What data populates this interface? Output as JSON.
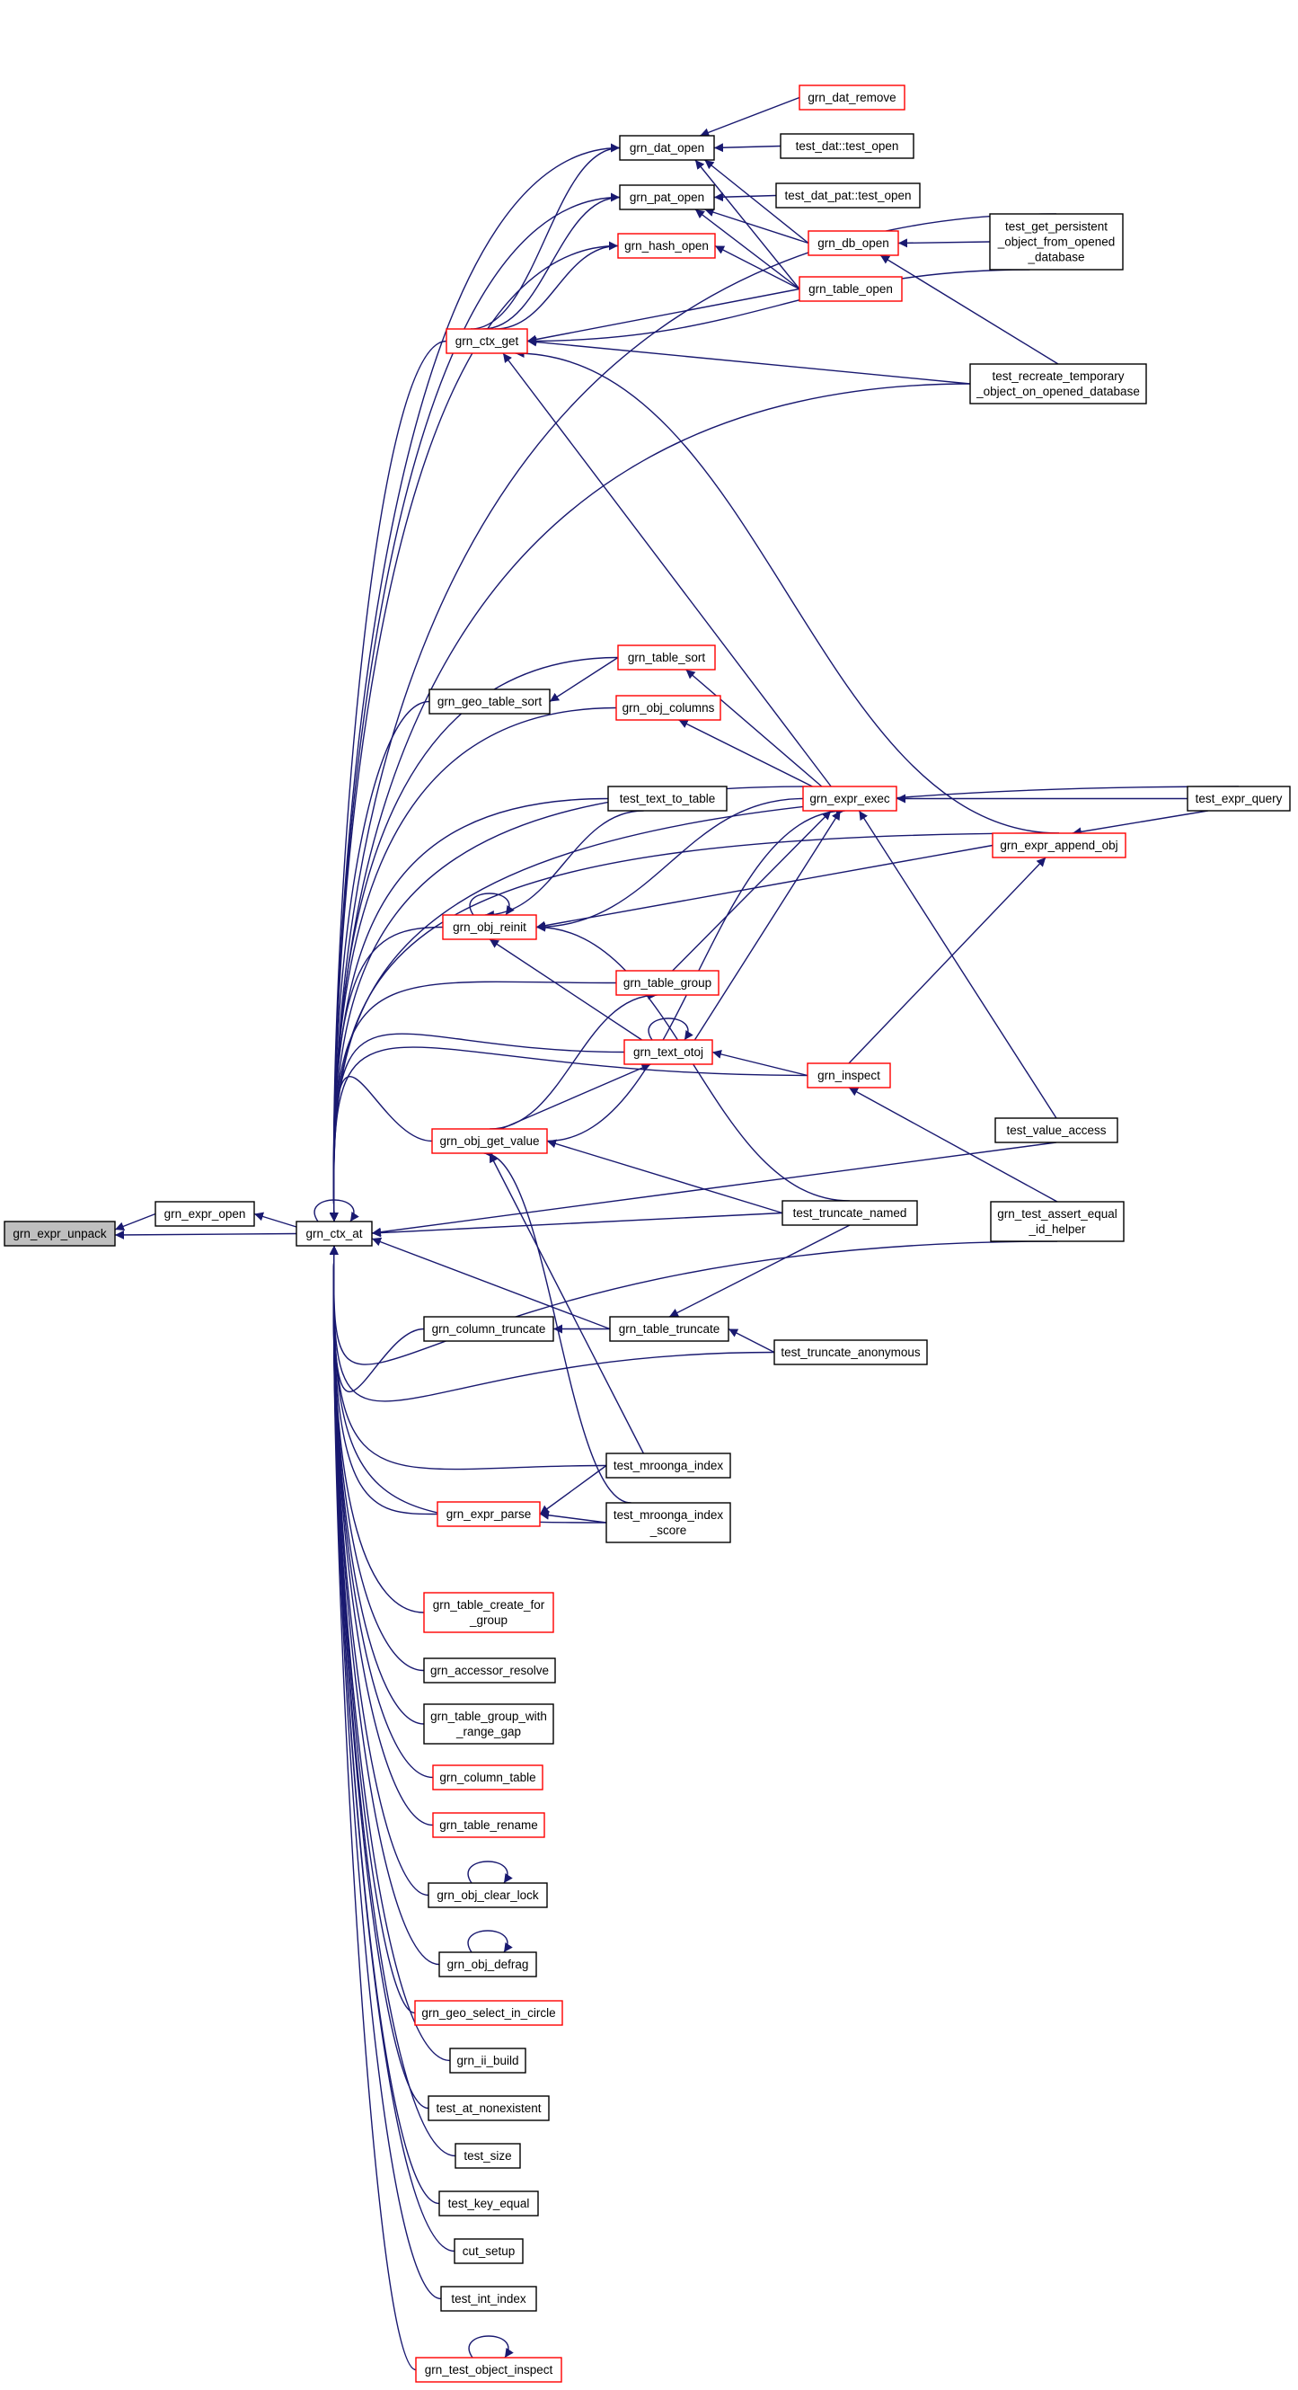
{
  "graph": {
    "title": "",
    "colors": {
      "edge": "#191970",
      "node_border": "#000000",
      "truncated_node_border": "#ff0000",
      "root_node_fill": "#bfbfbf",
      "node_fill": "#ffffff"
    },
    "nodes": {
      "grn_expr_unpack": [
        "grn_expr_unpack"
      ],
      "grn_expr_open": [
        "grn_expr_open"
      ],
      "grn_ctx_at": [
        "grn_ctx_at"
      ],
      "grn_dat_open": [
        "grn_dat_open"
      ],
      "grn_dat_remove": [
        "grn_dat_remove"
      ],
      "test_dat_test_open": [
        "test_dat::test_open"
      ],
      "grn_pat_open": [
        "grn_pat_open"
      ],
      "test_dat_pat_test_open": [
        "test_dat_pat::test_open"
      ],
      "grn_db_open": [
        "grn_db_open"
      ],
      "grn_hash_open": [
        "grn_hash_open"
      ],
      "grn_table_open": [
        "grn_table_open"
      ],
      "grn_ctx_get": [
        "grn_ctx_get"
      ],
      "test_get_persistent": [
        "test_get_persistent",
        "_object_from_opened",
        "_database"
      ],
      "test_recreate_temporary": [
        "test_recreate_temporary",
        "_object_on_opened_database"
      ],
      "grn_table_sort": [
        "grn_table_sort"
      ],
      "grn_geo_table_sort": [
        "grn_geo_table_sort"
      ],
      "grn_obj_columns": [
        "grn_obj_columns"
      ],
      "test_text_to_table": [
        "test_text_to_table"
      ],
      "grn_expr_exec": [
        "grn_expr_exec"
      ],
      "test_expr_query": [
        "test_expr_query"
      ],
      "grn_expr_append_obj": [
        "grn_expr_append_obj"
      ],
      "grn_obj_reinit": [
        "grn_obj_reinit"
      ],
      "grn_table_group": [
        "grn_table_group"
      ],
      "grn_text_otoj": [
        "grn_text_otoj"
      ],
      "grn_inspect": [
        "grn_inspect"
      ],
      "grn_obj_get_value": [
        "grn_obj_get_value"
      ],
      "test_value_access": [
        "test_value_access"
      ],
      "test_truncate_named": [
        "test_truncate_named"
      ],
      "grn_test_assert_equal_id_helper": [
        "grn_test_assert_equal",
        "_id_helper"
      ],
      "grn_column_truncate": [
        "grn_column_truncate"
      ],
      "grn_table_truncate": [
        "grn_table_truncate"
      ],
      "test_truncate_anonymous": [
        "test_truncate_anonymous"
      ],
      "test_mroonga_index": [
        "test_mroonga_index"
      ],
      "grn_expr_parse": [
        "grn_expr_parse"
      ],
      "test_mroonga_index_score": [
        "test_mroonga_index",
        "_score"
      ],
      "grn_table_create_for_group": [
        "grn_table_create_for",
        "_group"
      ],
      "grn_accessor_resolve": [
        "grn_accessor_resolve"
      ],
      "grn_table_group_with_range_gap": [
        "grn_table_group_with",
        "_range_gap"
      ],
      "grn_column_table": [
        "grn_column_table"
      ],
      "grn_table_rename": [
        "grn_table_rename"
      ],
      "grn_obj_clear_lock": [
        "grn_obj_clear_lock"
      ],
      "grn_obj_defrag": [
        "grn_obj_defrag"
      ],
      "grn_geo_select_in_circle": [
        "grn_geo_select_in_circle"
      ],
      "grn_ii_build": [
        "grn_ii_build"
      ],
      "test_at_nonexistent": [
        "test_at_nonexistent"
      ],
      "test_size": [
        "test_size"
      ],
      "test_key_equal": [
        "test_key_equal"
      ],
      "cut_setup": [
        "cut_setup"
      ],
      "test_int_index": [
        "test_int_index"
      ],
      "grn_test_object_inspect": [
        "grn_test_object_inspect"
      ]
    }
  }
}
